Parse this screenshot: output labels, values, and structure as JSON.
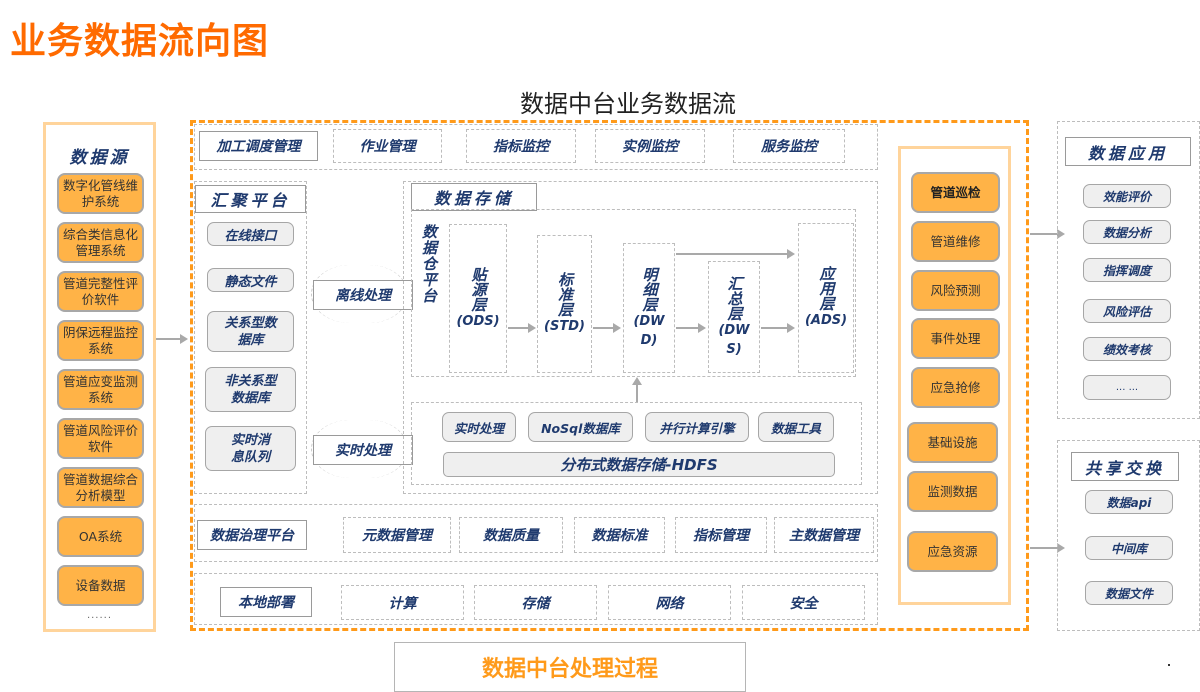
{
  "page_title": "业务数据流向图",
  "flow_title": "数据中台业务数据流",
  "bottom_caption": "数据中台处理过程",
  "colors": {
    "title_orange": "#ff6a00",
    "frame_orange": "#ff9a1a",
    "button_orange": "#ffb347",
    "panel_border": "#ffd49b",
    "navy_text": "#1f3a6e"
  },
  "data_source": {
    "title": "数据源",
    "items": [
      "数字化管线维护系统",
      "综合类信息化管理系统",
      "管道完整性评价软件",
      "阴保远程监控系统",
      "管道应变监测系统",
      "管道风险评价软件",
      "管道数据综合分析模型",
      "OA系统",
      "设备数据"
    ],
    "more": "......"
  },
  "scheduling": {
    "title": "加工调度管理",
    "items": [
      "作业管理",
      "指标监控",
      "实例监控",
      "服务监控"
    ]
  },
  "aggregation": {
    "title": "汇聚平台",
    "items": [
      "在线接口",
      "静态文件",
      "关系型数据库",
      "非关系型数据库",
      "实时消息队列"
    ],
    "offline": "离线处理",
    "realtime": "实时处理"
  },
  "storage": {
    "title": "数据存储",
    "warehouse_label": "数据仓平台",
    "layers": [
      {
        "name": "贴源层",
        "code": "(ODS)"
      },
      {
        "name": "标准层",
        "code": "(STD)"
      },
      {
        "name": "明细层",
        "code": "(DWD)"
      },
      {
        "name": "汇总层",
        "code": "(DWS)"
      },
      {
        "name": "应用层",
        "code": "(ADS)"
      }
    ],
    "engines": [
      "实时处理",
      "NoSql数据库",
      "并行计算引擎",
      "数据工具"
    ],
    "hdfs": "分布式数据存储-HDFS"
  },
  "governance": {
    "title": "数据治理平台",
    "items": [
      "元数据管理",
      "数据质量",
      "数据标准",
      "指标管理",
      "主数据管理"
    ]
  },
  "deployment": {
    "title": "本地部署",
    "items": [
      "计算",
      "存储",
      "网络",
      "安全"
    ]
  },
  "business_apps": {
    "items": [
      "管道巡检",
      "管道维修",
      "风险预测",
      "事件处理",
      "应急抢修",
      "基础设施",
      "监测数据",
      "应急资源"
    ]
  },
  "data_application": {
    "title": "数据应用",
    "items": [
      "效能评价",
      "数据分析",
      "指挥调度",
      "风险评估",
      "绩效考核",
      "... ..."
    ]
  },
  "sharing": {
    "title": "共享交换",
    "items": [
      "数据api",
      "中间库",
      "数据文件"
    ]
  }
}
